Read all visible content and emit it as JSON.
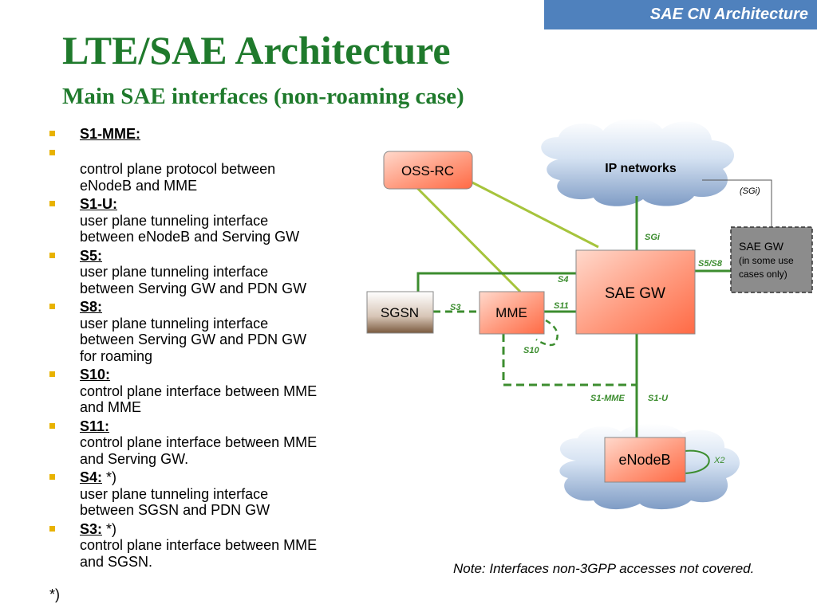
{
  "header": {
    "banner": "SAE CN Architecture"
  },
  "title": "LTE/SAE Architecture",
  "subtitle": "Main SAE interfaces (non-roaming case)",
  "bullets": [
    {
      "term": "S1-MME:",
      "suffix": "",
      "lines": []
    },
    {
      "term": "",
      "suffix": "",
      "lines": [
        "control plane protocol between",
        "eNodeB and MME"
      ]
    },
    {
      "term": "S1-U:",
      "suffix": "",
      "lines": [
        "user plane tunneling interface",
        "between eNodeB and Serving GW"
      ]
    },
    {
      "term": "S5:",
      "suffix": "",
      "lines": [
        "user plane tunneling interface",
        "between Serving GW and PDN GW"
      ]
    },
    {
      "term": "S8:",
      "suffix": "",
      "lines": [
        "user plane tunneling interface",
        "between Serving GW and PDN GW",
        "for roaming"
      ]
    },
    {
      "term": "S10:",
      "suffix": "",
      "lines": [
        "control plane interface between MME",
        "and MME"
      ]
    },
    {
      "term": "S11:",
      "suffix": "",
      "lines": [
        "control plane interface between MME",
        "and Serving GW."
      ]
    },
    {
      "term": "S4:",
      "suffix": " *)",
      "lines": [
        "user plane tunneling interface",
        "between SGSN and PDN GW"
      ]
    },
    {
      "term": "S3:",
      "suffix": " *)",
      "lines": [
        "control plane interface between MME",
        "and SGSN."
      ]
    }
  ],
  "footnote": "*)",
  "note": "Note: Interfaces non-3GPP accesses not covered.",
  "diagram": {
    "nodes": {
      "oss_rc": "OSS-RC",
      "ip_networks": "IP networks",
      "sae_gw": "SAE GW",
      "sae_gw_ext_title": "SAE GW",
      "sae_gw_ext_sub1": "(in some use",
      "sae_gw_ext_sub2": "cases only)",
      "sgsn": "SGSN",
      "mme": "MME",
      "enodeb": "eNodeB"
    },
    "labels": {
      "sgi_paren": "(SGi)",
      "sgi": "SGi",
      "s5s8": "S5/S8",
      "s4": "S4",
      "s3": "S3",
      "s11": "S11",
      "s10": "S10",
      "s1mme": "S1-MME",
      "s1u": "S1-U",
      "x2": "X2"
    }
  },
  "colors": {
    "title_green": "#1f7a2c",
    "banner_blue": "#4f81bd",
    "bullet_gold": "#e8b200",
    "link_green": "#3c8d2f",
    "oam_olive": "#a6c43c",
    "node_red": "#ff7a5c",
    "sgsn_brown": "#8a6a4e"
  }
}
